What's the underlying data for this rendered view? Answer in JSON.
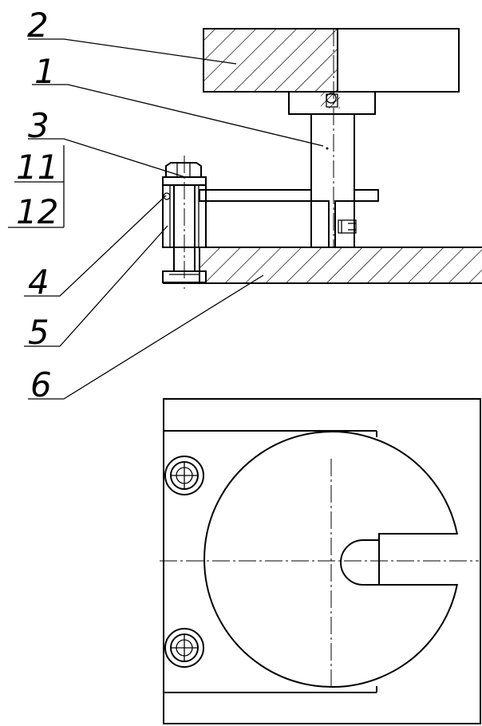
{
  "drawing": {
    "callouts": [
      {
        "id": "c2",
        "label": "2"
      },
      {
        "id": "c1",
        "label": "1"
      },
      {
        "id": "c3",
        "label": "3"
      },
      {
        "id": "c11",
        "label": "11"
      },
      {
        "id": "c12",
        "label": "12"
      },
      {
        "id": "c4",
        "label": "4"
      },
      {
        "id": "c5",
        "label": "5"
      },
      {
        "id": "c6",
        "label": "6"
      }
    ]
  }
}
